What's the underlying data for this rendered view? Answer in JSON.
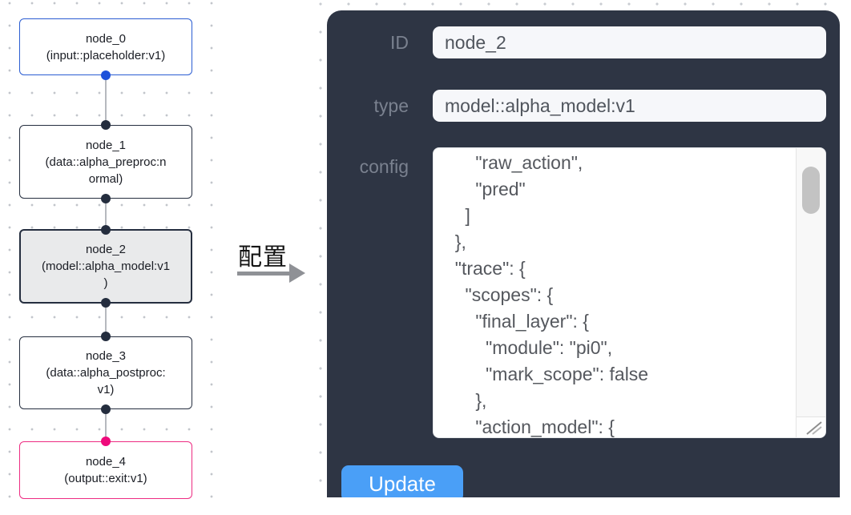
{
  "flow": {
    "selected_node": "node_2",
    "nodes": [
      {
        "id": "node_0",
        "text": "node_0\n(input::placeholder:v1)"
      },
      {
        "id": "node_1",
        "text": "node_1\n(data::alpha_preproc:n\normal)"
      },
      {
        "id": "node_2",
        "text": "node_2\n(model::alpha_model:v1\n)"
      },
      {
        "id": "node_3",
        "text": "node_3\n(data::alpha_postproc:\nv1)"
      },
      {
        "id": "node_4",
        "text": "node_4\n(output::exit:v1)"
      }
    ]
  },
  "transfer": {
    "label": "配置"
  },
  "panel": {
    "fields": [
      {
        "label": "ID",
        "value": "node_2"
      },
      {
        "label": "type",
        "value": "model::alpha_model:v1"
      }
    ],
    "config_label": "config",
    "config_text": "      \"raw_action\",\n      \"pred\"\n    ]\n  },\n  \"trace\": {\n    \"scopes\": {\n      \"final_layer\": {\n        \"module\": \"pi0\",\n        \"mark_scope\": false\n      },\n      \"action_model\": {",
    "update_label": "Update"
  },
  "colors": {
    "panel_bg": "#2e3544",
    "button_blue": "#4a9ff7",
    "input_node_blue": "#2b5dd2",
    "output_node_pink": "#ed2c82",
    "selected_node_bg": "#e9eaeb"
  }
}
